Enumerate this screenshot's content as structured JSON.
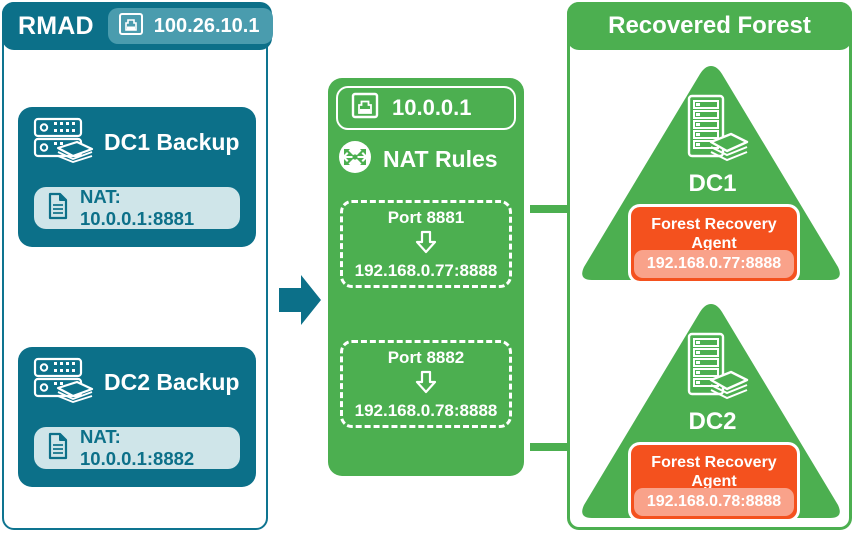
{
  "rmad": {
    "title": "RMAD",
    "ip": "100.26.10.1",
    "ip_icon": "ethernet-port-icon",
    "backups": [
      {
        "label": "DC1 Backup",
        "icon": "server-backup-icon",
        "nat_icon": "document-icon",
        "nat": "NAT: 10.0.0.1:8881"
      },
      {
        "label": "DC2 Backup",
        "icon": "server-backup-icon",
        "nat_icon": "document-icon",
        "nat": "NAT: 10.0.0.1:8882"
      }
    ]
  },
  "flow_arrow": {
    "icon": "right-block-arrow-icon",
    "color": "#0c7089"
  },
  "nat": {
    "ip": "10.0.0.1",
    "ip_icon": "ethernet-port-icon",
    "rules_title": "NAT Rules",
    "rules_icon": "router-icon",
    "rules": [
      {
        "port": "Port 8881",
        "arrow_icon": "down-arrow-icon",
        "target": "192.168.0.77:8888"
      },
      {
        "port": "Port 8882",
        "arrow_icon": "down-arrow-icon",
        "target": "192.168.0.78:8888"
      }
    ]
  },
  "connectors": [
    {
      "icon": "right-arrow-icon",
      "color": "#4caf50"
    },
    {
      "icon": "right-arrow-icon",
      "color": "#4caf50"
    }
  ],
  "forest": {
    "title": "Recovered Forest",
    "domain_controllers": [
      {
        "label": "DC1",
        "icon": "server-backup-icon",
        "agent_title": "Forest Recovery Agent",
        "agent_ip": "192.168.0.77:8888"
      },
      {
        "label": "DC2",
        "icon": "server-backup-icon",
        "agent_title": "Forest Recovery Agent",
        "agent_ip": "192.168.0.78:8888"
      }
    ]
  },
  "colors": {
    "teal_dark": "#0c7089",
    "teal_light": "#4a9cae",
    "teal_pill": "#cfe5e9",
    "green": "#4caf50",
    "orange": "#f4511e",
    "salmon": "#f9a28a"
  }
}
